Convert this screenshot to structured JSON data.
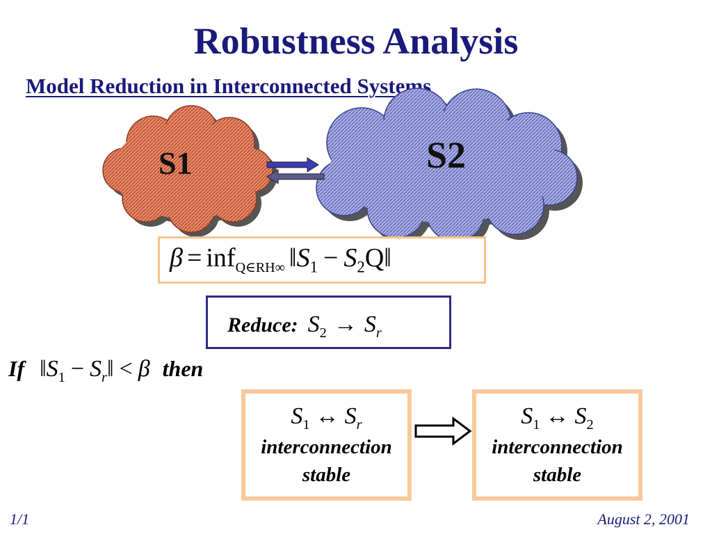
{
  "title": "Robustness Analysis",
  "subtitle": "Model Reduction in Interconnected Systems",
  "cloud_s1": "S1",
  "cloud_s2": "S2",
  "formula": {
    "beta": "β",
    "eq": "=",
    "inf": "inf",
    "sub": "Q∈RH∞",
    "bars_l": "‖",
    "s": "S",
    "one": "1",
    "minus": "−",
    "two": "2",
    "q": "Q",
    "bars_r": "‖"
  },
  "reduce": {
    "label": "Reduce:",
    "s": "S",
    "two": "2",
    "arrow": "→",
    "r": "r"
  },
  "condition": {
    "if": "If",
    "bars": "‖",
    "s": "S",
    "one": "1",
    "minus": "−",
    "r": "r",
    "lt": "<",
    "beta": "β",
    "then": "then"
  },
  "box_left": {
    "s": "S",
    "one": "1",
    "arrow": "↔",
    "r": "r",
    "line1": "interconnection",
    "line2": "stable"
  },
  "box_right": {
    "s": "S",
    "one": "1",
    "arrow": "↔",
    "two": "2",
    "line1": "interconnection",
    "line2": "stable"
  },
  "footer": {
    "page": "1/1",
    "date": "August 2, 2001"
  },
  "colors": {
    "title": "#1a1a7a",
    "cloud_s1": "#e07b5a",
    "cloud_s2": "#8d93d6",
    "formula_border": "#f5c48a",
    "reduce_border": "#2b2b86",
    "box_border": "#f7c99a",
    "arrow": "#3b3bb5"
  }
}
